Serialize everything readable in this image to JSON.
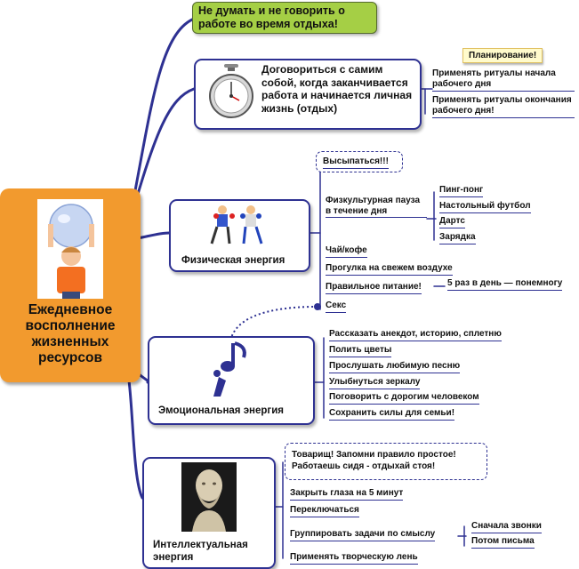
{
  "central": {
    "title": "Ежедневное восполнение жизненных ресурсов"
  },
  "branches": {
    "rest": {
      "label": "Не думать и не говорить о работе во время отдыха!"
    },
    "agree": {
      "label": "Договориться с самим собой, когда заканчивается работа и начинается личная жизнь (отдых)",
      "note": "Планирование!",
      "items": [
        "Применять ритуалы начала рабочего дня",
        "Применять ритуалы окончания рабочего дня!"
      ]
    },
    "physical": {
      "label": "Физическая энергия",
      "callout": "Высыпаться!!!",
      "pause": "Физкультурная пауза в течение дня",
      "pause_items": [
        "Пинг-понг",
        "Настольный футбол",
        "Дартс",
        "Зарядка"
      ],
      "items": [
        "Чай/кофе",
        "Прогулка на свежем воздухе",
        "Правильное питание!",
        "Секс"
      ],
      "nutrition_note": "5 раз в день — понемногу"
    },
    "emotional": {
      "label": "Эмоциональная энергия",
      "items": [
        "Рассказать анекдот, историю, сплетню",
        "Полить цветы",
        "Прослушать любимую песню",
        "Улыбнуться зеркалу",
        "Поговорить с дорогим человеком",
        "Сохранить силы для семьи!"
      ]
    },
    "intellectual": {
      "label": "Интеллектуальная энергия",
      "callout": "Товарищ! Запомни правило простое! Работаешь сидя - отдыхай стоя!",
      "items": [
        "Закрыть глаза на 5 минут",
        "Переключаться",
        "Группировать задачи по смыслу",
        "Применять творческую лень"
      ],
      "group_items": [
        "Сначала звонки",
        "Потом письма"
      ]
    }
  },
  "colors": {
    "line": "#2e3192",
    "central": "#f29a2e",
    "green": "#a5cf45"
  }
}
